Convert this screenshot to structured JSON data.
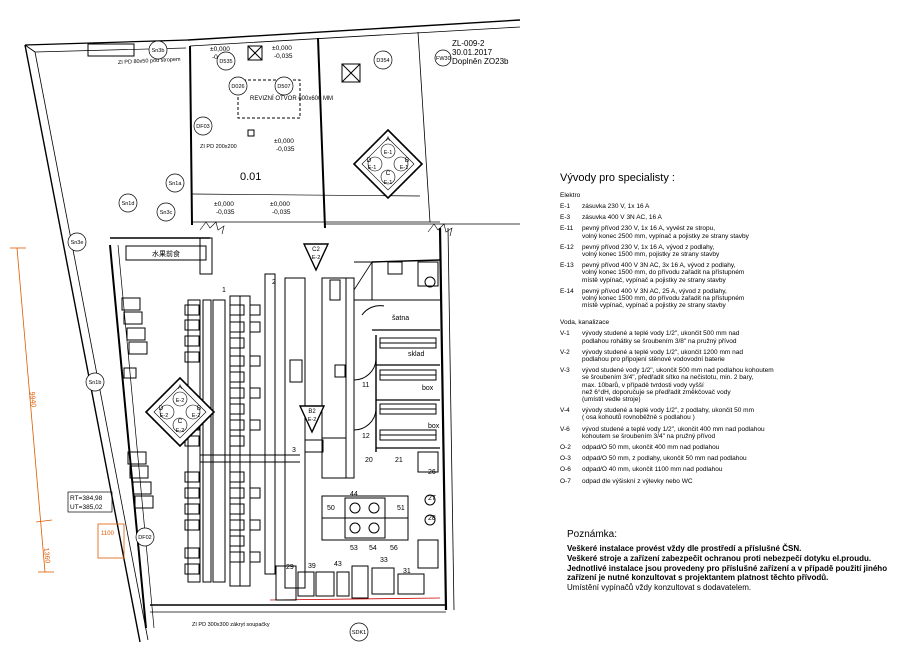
{
  "drawing": {
    "code": "ZL-009-2",
    "date": "30.01.2017",
    "revision": "Doplněn ZO23b",
    "room_number": "0.01",
    "revision_opening": "REVIZNÍ OTVOR 600x600 MM",
    "tag_fw": "FW30",
    "stamp_sign": "水果前食",
    "dims": {
      "vertical_main": "9940",
      "vertical_small": "1360",
      "box_small": "1100"
    },
    "elevations": {
      "top1": "±0,000",
      "top2": "-0,035",
      "rt": "RT=384,98",
      "ut": "UT=385,02"
    },
    "bubbles": [
      "Sn3b",
      "Sn3c",
      "Sn1a",
      "Sn1d",
      "Sn3e",
      "Sn1b",
      "DF02",
      "DF03",
      "SDK1",
      "D535",
      "D354",
      "D026",
      "D507"
    ],
    "pipe_notes": [
      "ZI PD 80x50 pod stropem",
      "ZI PD 200x200",
      "ZI PD 300x300 zákryt soupačky"
    ],
    "rooms": {
      "storage": "šatna",
      "warehouse": "sklad",
      "box1": "box",
      "box2": "box"
    },
    "numbers": [
      "1",
      "2",
      "3",
      "11",
      "12",
      "20",
      "21",
      "26",
      "27",
      "28",
      "29",
      "31",
      "33",
      "39",
      "43",
      "44",
      "50",
      "51",
      "53",
      "54",
      "56"
    ],
    "markers": [
      {
        "top": "A",
        "left": "D",
        "right": "B",
        "bottom": "C",
        "c1": "E-1",
        "c2": "E-1",
        "c3": "E-1",
        "c4": "E-1"
      },
      {
        "top": "A",
        "left": "D",
        "right": "B",
        "bottom": "C",
        "c1": "E-2",
        "c2": "E-2",
        "c3": "E-2",
        "c4": "E-2"
      }
    ],
    "tri_markers": [
      {
        "label": "C2",
        "code": "E-2"
      },
      {
        "label": "B2",
        "code": "E-2"
      }
    ]
  },
  "legend": {
    "title": "Vývody pro specialisty :",
    "elektro_title": "Elektro",
    "elektro": [
      {
        "code": "E-1",
        "text": "zásuvka 230 V, 1x 16 A"
      },
      {
        "code": "E-3",
        "text": "zásuvka 400 V   3N   AC, 16 A"
      },
      {
        "code": "E-11",
        "text": "pevný přívod 230 V, 1x 16 A, vyvést ze stropu,\nvolný konec 2500 mm, vypínač a pojistky ze strany stavby"
      },
      {
        "code": "E-12",
        "text": "pevný přívod 230 V, 1x 16 A, vývod z podlahy,\nvolný konec 1500 mm,  pojistky ze strany stavby"
      },
      {
        "code": "E-13",
        "text": "pevný přívod 400 V 3N AC, 3x 16 A, vývod z podlahy,\nvolný konec 1500 mm, do přívodu zařadit na přístupném\nmístě vypínač, vypínač a pojistky ze strany stavby"
      },
      {
        "code": "E-14",
        "text": "pevný přívod 400 V 3N AC, 25 A, vývod z podlahy,\nvolný konec 1500 mm, do přívodu zařadit na přístupném\nmístě vypínač, vypínač a pojistky ze strany stavby"
      }
    ],
    "voda_title": "Voda, kanalizace",
    "voda": [
      {
        "code": "V-1",
        "text": "vývody studené a teplé vody 1/2\", ukončit 500 mm nad\npodlahou rohátky se šroubením 3/8\" na pružný přívod"
      },
      {
        "code": "V-2",
        "text": "vývody studené a teplé vody 1/2\", ukončit 1200 mm nad\npodlahou pro připojení stěnové vodovodní baterie"
      },
      {
        "code": "V-3",
        "text": "vývod studené vody 1/2\", ukončit 500 mm nad podlahou kohoutem\nse šroubením 3/4\", předřadit sítko na nečistotu, min. 2 bary,\nmax. 10barů, v případě tvrdosti vody vyšší\nnež 6°dH, doporučuje se předřadit změkčovač vody\n(umístit vedle stroje)"
      },
      {
        "code": "V-4",
        "text": "vývody studené a teplé vody 1/2\", z podlahy, ukončit 50 mm\n( osa kohoutů rovnoběžně s podlahou )"
      },
      {
        "code": "V-6",
        "text": "vývod studené a teplé vody 1/2\", ukončit 400 mm nad podlahou\nkohoutem se šroubením 3/4\" na pružný přívod"
      },
      {
        "code": "O-2",
        "text": "odpad/O 50 mm, ukončit 400 mm nad podlahou"
      },
      {
        "code": "O-3",
        "text": "odpad/O 50 mm, z podlahy, ukončit 50 mm nad podlahou"
      },
      {
        "code": "O-6",
        "text": "odpad/O 40 mm, ukončit 1100 mm nad podlahou"
      },
      {
        "code": "O-7",
        "text": "odpad dle výšiskní z výlevky nebo WC"
      }
    ]
  },
  "note": {
    "title": "Poznámka:",
    "lines": [
      "Veškeré instalace provést vždy dle prostředí a příslušné ČSN.",
      "Veškeré stroje a zařízení zabezpečit ochranou proti nebezpečí dotyku el.proudu.",
      "Jednotlivé instalace jsou provedeny pro příslušné zařízení a v případě použití jiného zařízení je nutné konzultovat s projektantem platnost těchto přívodů.",
      "Umístění vypínačů vždy konzultovat s dodavatelem."
    ]
  }
}
